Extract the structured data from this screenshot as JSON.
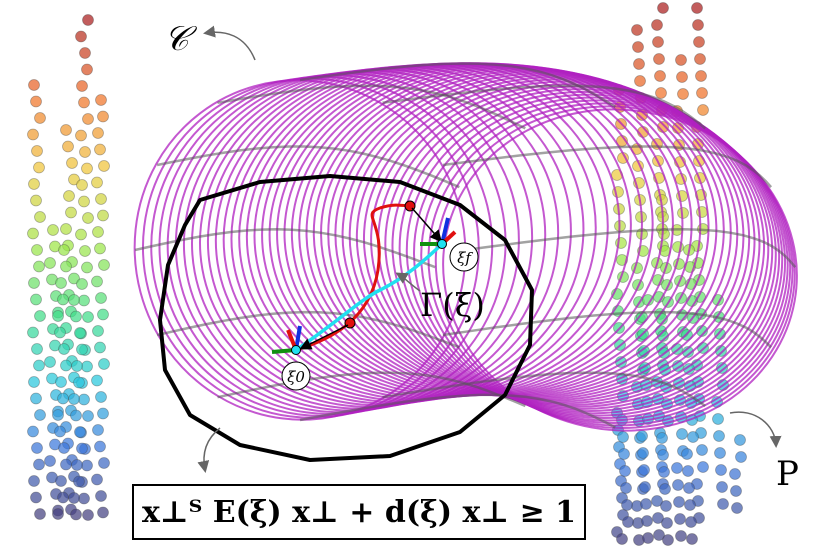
{
  "labels": {
    "corridor": "𝒞",
    "curve": "Γ(ξ)",
    "xi0": "ξ0",
    "xif": "ξf",
    "points": "P",
    "constraint": "x⊥ᵀ E(ξ) x⊥ + d(ξ) x⊥ ≥ 1"
  },
  "colors": {
    "tube": "#b020c0",
    "ring": "#555555",
    "ellipse": "#000000",
    "red_curve": "#e01010",
    "cyan_curve": "#20e0f0"
  }
}
